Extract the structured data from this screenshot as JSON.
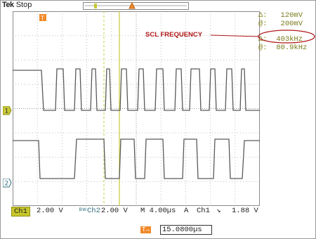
{
  "brand": {
    "tek": "Tek",
    "state": "Stop"
  },
  "readouts": {
    "delta_voltage": {
      "symbol": "Δ:",
      "value": "120mV"
    },
    "at_voltage": {
      "symbol": "@:",
      "value": "200mV"
    },
    "delta_freq": {
      "symbol": "Δ:",
      "value": "403kHz"
    },
    "at_freq": {
      "symbol": "@:",
      "value": "80.9kHz"
    }
  },
  "annotation": {
    "label": "SCL FREQUENCY"
  },
  "markers": {
    "trigger": "T",
    "ch1": "1",
    "ch2": "2"
  },
  "status": {
    "ch1_label": "Ch1",
    "ch1_scale": "2.00 V",
    "ch2_label": "Ch2",
    "ch2_scale": "2.00 V",
    "timebase": "M 4.00µs",
    "mode": "A",
    "trig_source": "Ch1",
    "trig_slope": "↘",
    "trig_level": "1.88 V"
  },
  "cursor": {
    "icon": "T→",
    "time": "15.0800µs"
  },
  "colors": {
    "ch1": "#5a5a5a",
    "cursor": "#c8c838",
    "trigger_marker": "#f08a2a",
    "annotation": "#b01818"
  }
}
